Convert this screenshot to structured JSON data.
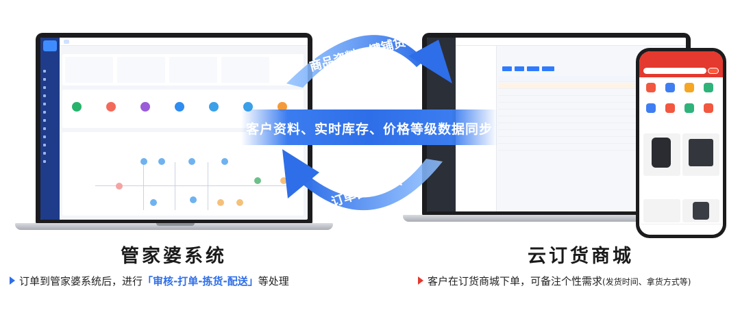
{
  "left_system": {
    "title": "管家婆系统",
    "desc_prefix": "订单到管家婆系统后，进行",
    "desc_highlight": "「审核-打单-拣货-配送」",
    "desc_suffix": "等处理"
  },
  "right_system": {
    "title": "云订货商城",
    "desc_main": "客户在订货商城下单，可备注个性需求",
    "desc_note": "(发货时间、拿货方式等)"
  },
  "arrows": {
    "top_label": "商品资料一键铺货",
    "middle_label": "客户资料、实时库存、价格等级数据同步",
    "bottom_label": "订单自动流转"
  },
  "colors": {
    "arrow_blue": "#2e6ee8",
    "phone_red": "#e4392e",
    "erp_sidebar": "#1f3c8a"
  },
  "icons": {
    "left_triangle": "triangle-right-blue",
    "right_triangle": "triangle-right-red"
  }
}
